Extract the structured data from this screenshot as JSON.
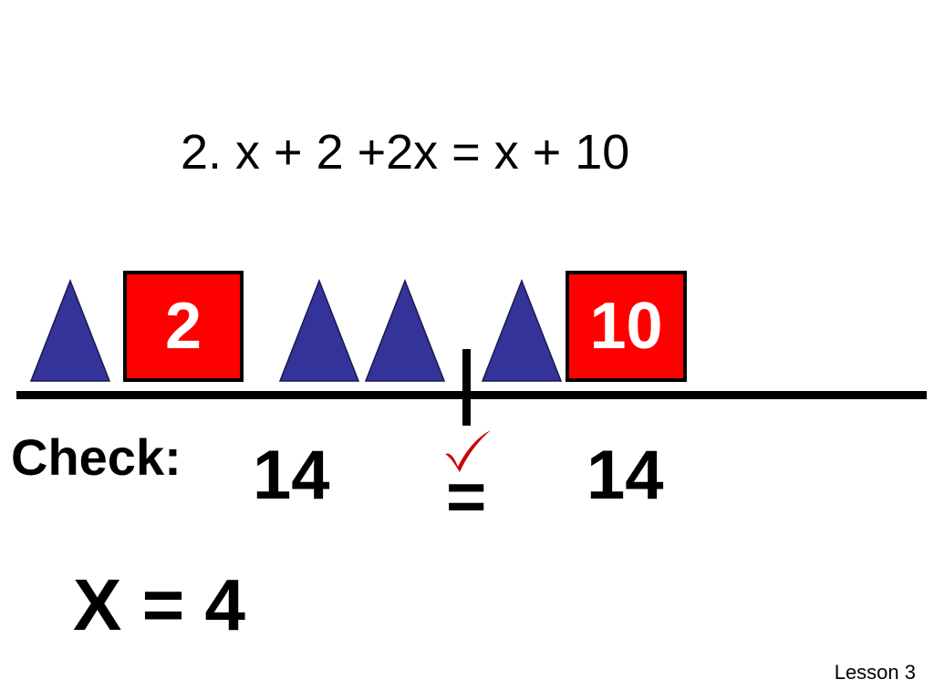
{
  "problem": {
    "equation": "2.  x + 2 +2x = x + 10"
  },
  "left_pan": {
    "box_value": "2"
  },
  "right_pan": {
    "box_value": "10"
  },
  "check": {
    "label": "Check:",
    "left_value": "14",
    "equals": "=",
    "right_value": "14"
  },
  "answer": {
    "variable": "X",
    "equals": "=",
    "value": "4"
  },
  "footer": {
    "text": "Lesson 3"
  },
  "colors": {
    "triangle_fill": "#333399",
    "box_fill": "#ff0000",
    "checkmark": "#cc0000"
  },
  "icons": {
    "unknown_x": "triangle-icon",
    "check": "checkmark-icon"
  }
}
